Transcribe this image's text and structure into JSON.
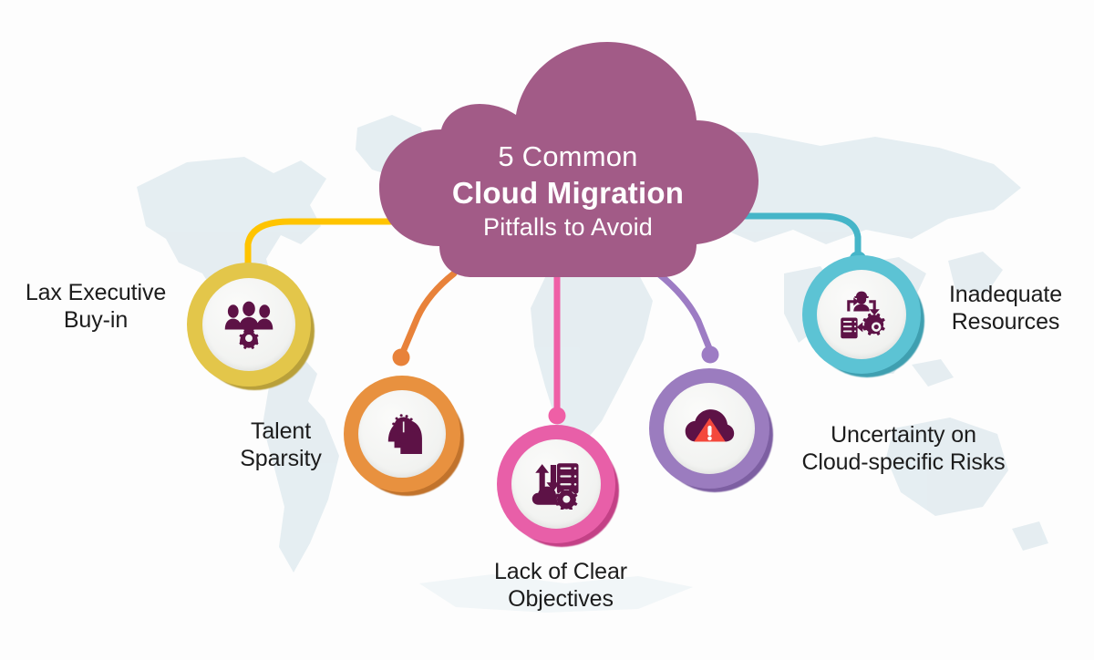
{
  "infographic": {
    "background_color": "#fdfdfd",
    "map_color": "#e3ecf0",
    "cloud": {
      "fill": "#a25b87",
      "line1": "5 Common",
      "line2": "Cloud Migration",
      "line3": "Pitfalls to Avoid",
      "text_color": "#ffffff"
    },
    "nodes": [
      {
        "id": "lax-executive-buy-in",
        "label": "Lax Executive\nBuy-in",
        "icon": "people-group-gear-icon",
        "ring_color": "#e3c64a",
        "shadow_color": "#b9a03a",
        "inner_color": "#f2f3f1",
        "connector_color": "#ffc400"
      },
      {
        "id": "talent-sparsity",
        "label": "Talent\nSparsity",
        "icon": "head-lightbulb-icon",
        "ring_color": "#e8913f",
        "shadow_color": "#c1732c",
        "inner_color": "#f2f3f1",
        "connector_color": "#e8823a"
      },
      {
        "id": "lack-of-clear-objectives",
        "label": "Lack of Clear\nObjectives",
        "icon": "cloud-server-transfer-gear-icon",
        "ring_color": "#e85fa8",
        "shadow_color": "#c34186",
        "inner_color": "#f2f3f1",
        "connector_color": "#ef5fa6"
      },
      {
        "id": "uncertainty-on-cloud-specific-risks",
        "label": "Uncertainty on\nCloud-specific Risks",
        "icon": "cloud-warning-icon",
        "ring_color": "#9b7cbf",
        "shadow_color": "#7d5fa2",
        "inner_color": "#f2f3f1",
        "connector_color": "#9d7cc4"
      },
      {
        "id": "inadequate-resources",
        "label": "Inadequate\nResources",
        "icon": "resource-allocation-cycle-icon",
        "ring_color": "#5cc3d4",
        "shadow_color": "#3f9fb0",
        "inner_color": "#f2f3f1",
        "connector_color": "#45b5c8"
      }
    ],
    "icon_color": "#5d1246",
    "warning_color": "#f4483c"
  }
}
